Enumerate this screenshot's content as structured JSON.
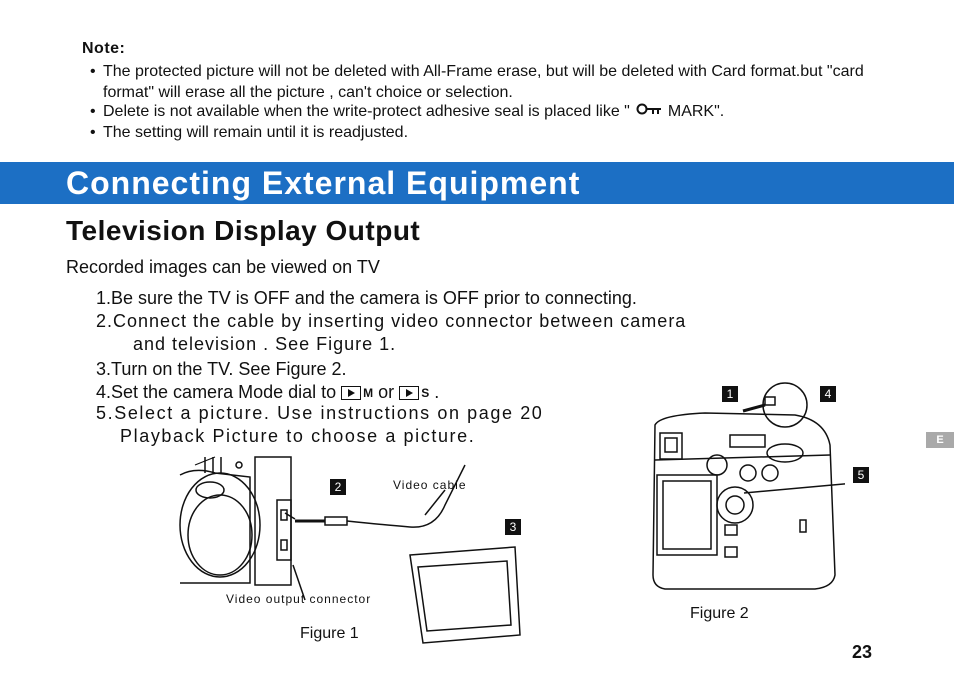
{
  "note": {
    "title": "Note:",
    "bullets": [
      {
        "text": "The protected picture will not be deleted with  All-Frame erase, but will be deleted with Card format.but \"card format\" will erase all the picture , can't choice or selection."
      },
      {
        "text_before": "Delete is not available when the write-protect adhesive seal is placed like \"",
        "text_after": "MARK\"."
      },
      {
        "text": "The setting will remain until it is readjusted."
      }
    ]
  },
  "banner": {
    "title": "Connecting External Equipment",
    "color": "#1c6fc4"
  },
  "section": {
    "title": "Television Display Output",
    "intro": "Recorded images can be viewed on TV"
  },
  "steps": {
    "s1": "1.Be sure the TV is OFF and the camera is OFF prior to connecting.",
    "s2a": "2.Connect the cable by inserting video connector between camera",
    "s2b": "and television . See Figure 1.",
    "s3": "3.Turn on the TV. See Figure 2.",
    "s4_before": "4.Set the camera Mode dial to",
    "s4_mid": "or",
    "s4_after": ".",
    "mode_icon_1": "M",
    "mode_icon_2": "S",
    "s5a": "5.Select a picture. Use instructions on page 20",
    "s5b": "Playback Picture to choose a picture."
  },
  "figure1": {
    "label": "Figure 1",
    "video_cable": "Video  cable",
    "video_output_connector": "Video  output  connector",
    "callouts": [
      "2",
      "3"
    ]
  },
  "figure2": {
    "label": "Figure 2",
    "callouts": [
      "1",
      "4",
      "5"
    ]
  },
  "side_tab": "E",
  "page_number": "23",
  "icons": [
    "key-icon",
    "playback-mode-icon"
  ]
}
